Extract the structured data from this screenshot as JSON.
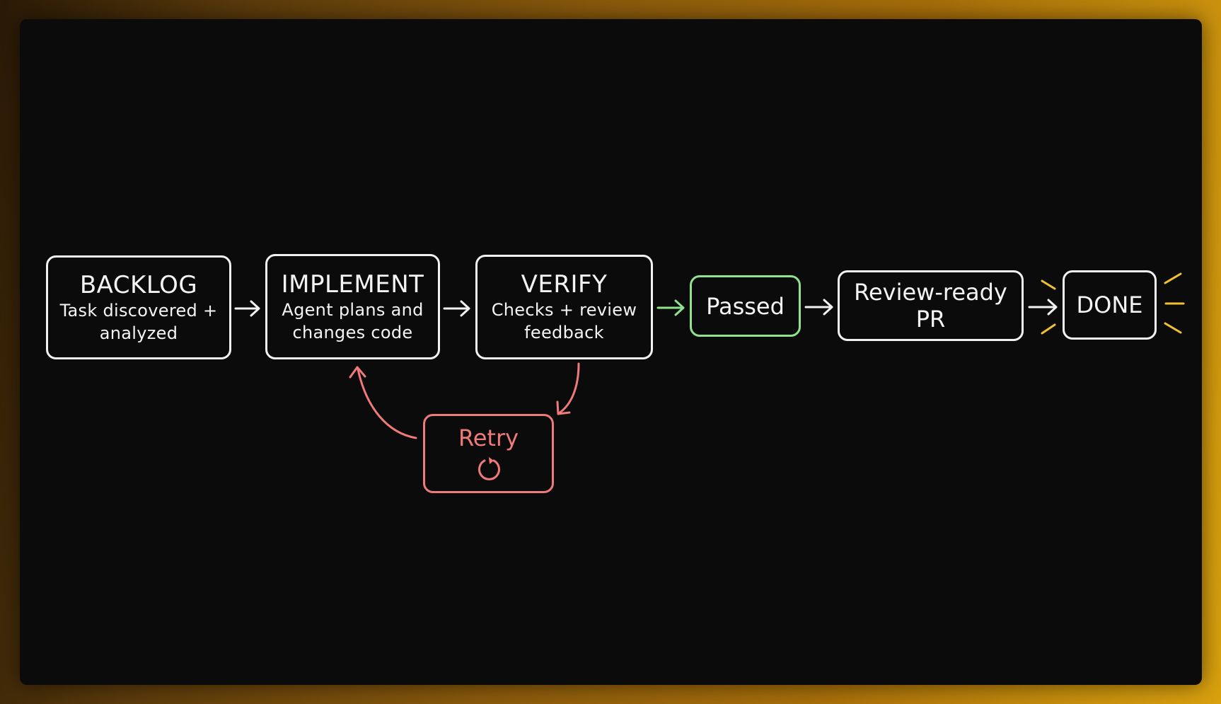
{
  "nodes": {
    "backlog": {
      "title": "BACKLOG",
      "line1": "Task discovered +",
      "line2": "analyzed"
    },
    "implement": {
      "title": "IMPLEMENT",
      "line1": "Agent plans and",
      "line2": "changes code"
    },
    "verify": {
      "title": "VERIFY",
      "line1": "Checks + review",
      "line2": "feedback"
    },
    "passed": {
      "label": "Passed"
    },
    "review": {
      "label": "Review-ready PR"
    },
    "done": {
      "label": "DONE"
    },
    "retry": {
      "label": "Retry",
      "icon": "refresh-icon"
    }
  },
  "colors": {
    "canvas": "#0b0b0b",
    "stroke": "#f2f2f2",
    "passed": "#8fe38f",
    "retry": "#ef7a7a",
    "sparkle": "#f2c12e"
  }
}
